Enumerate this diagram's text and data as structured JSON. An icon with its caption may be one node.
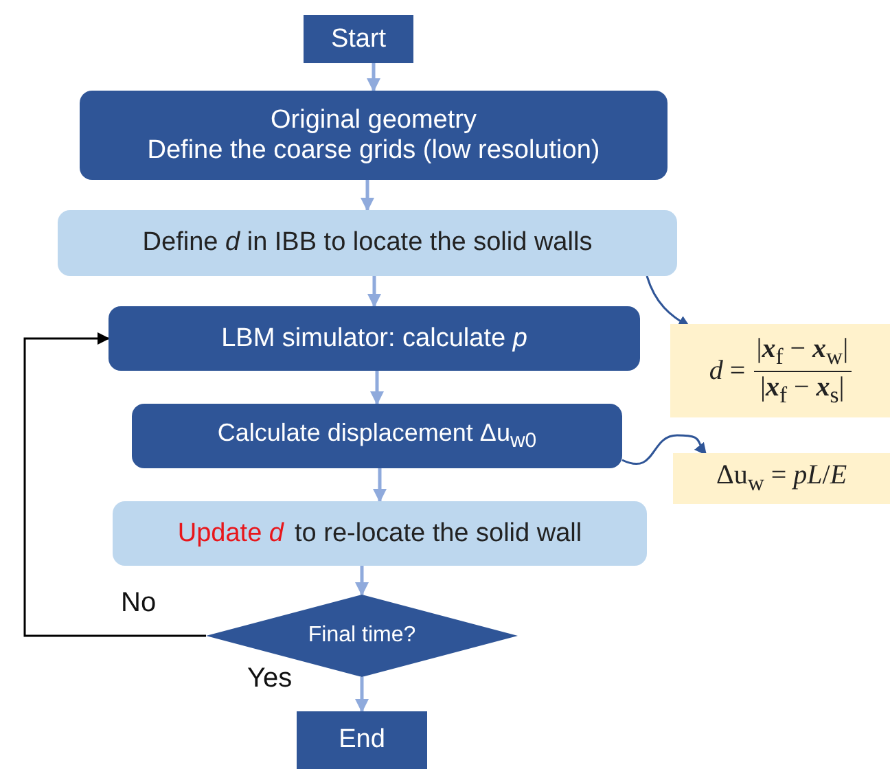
{
  "diagram": {
    "nodes": [
      {
        "text": [
          "Start"
        ]
      },
      {
        "text": [
          "Original geometry",
          "Define the coarse grids (low resolution)"
        ]
      },
      {
        "text": [
          "Define *d* in IBB to locate the solid walls"
        ]
      },
      {
        "text": [
          "LBM simulator: calculate *p*"
        ]
      },
      {
        "text": [
          "*d* =",
          "|**x**$_{f}$ − **x**$_{w}$|",
          "|**x**$_{f}$ − **x**$_{s}$|"
        ]
      },
      {
        "text": [
          "Calculate displacement Δu$_{w0}$"
        ]
      },
      {
        "text": [
          "Δu$_{w}$ = *pL*/*E*"
        ]
      },
      {
        "text": [
          "Update *d*",
          "to re-locate the solid wall"
        ]
      },
      {
        "text": [
          "Final time?"
        ]
      },
      {
        "text": [
          "End"
        ]
      }
    ],
    "edges": [
      {
        "from": 0,
        "to": 1,
        "arrow": "to"
      },
      {
        "from": 1,
        "to": 2,
        "arrow": "to"
      },
      {
        "from": 2,
        "to": 3,
        "arrow": "to"
      },
      {
        "from": 3,
        "to": 5,
        "arrow": "to"
      },
      {
        "from": 5,
        "to": 7,
        "arrow": "to"
      },
      {
        "from": 7,
        "to": 8,
        "arrow": "to"
      },
      {
        "from": 8,
        "to": 9,
        "label": "Yes",
        "arrow": "to"
      },
      {
        "from": 8,
        "to": 3,
        "label": "No",
        "arrow": "to",
        "color": "#000000"
      },
      {
        "from": 2,
        "to": 4,
        "arrow": "to",
        "color": "#2f5597"
      },
      {
        "from": 5,
        "to": 6,
        "arrow": "to",
        "color": "#2f5597"
      }
    ]
  }
}
